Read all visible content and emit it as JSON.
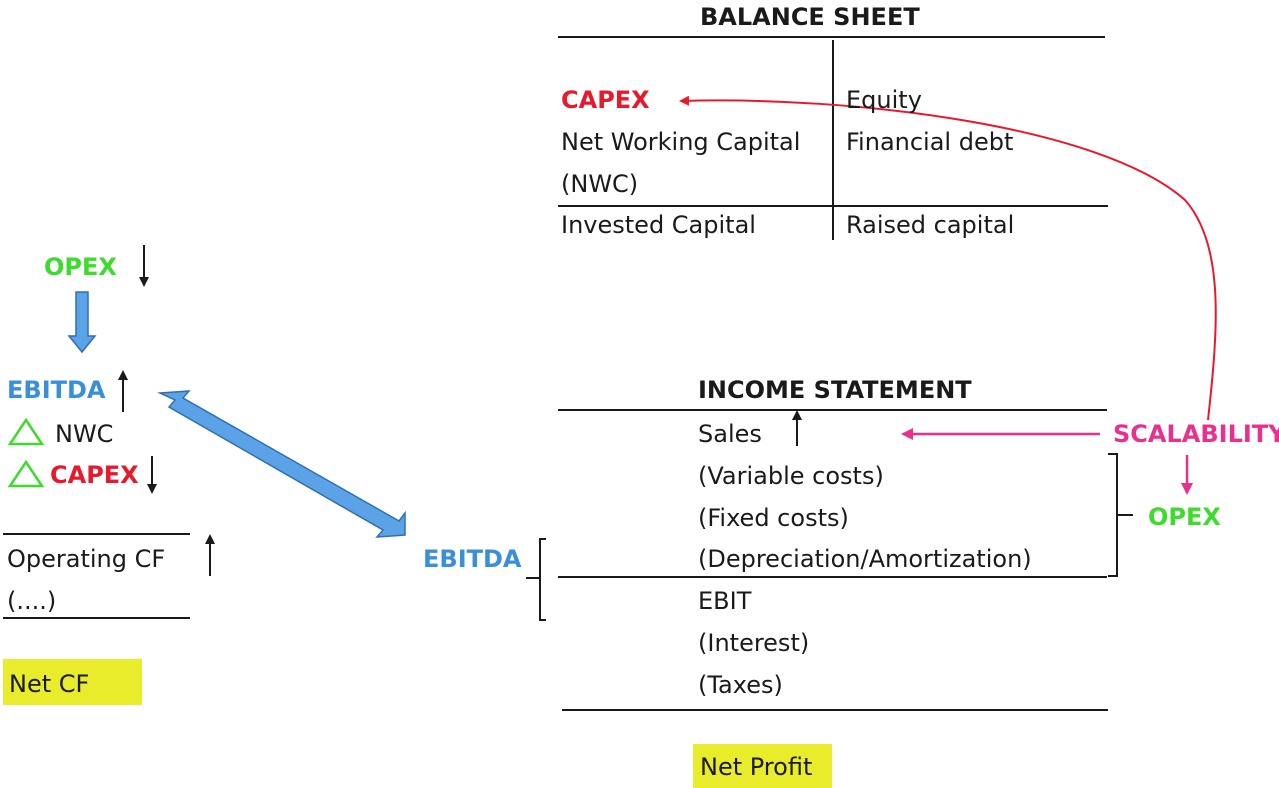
{
  "balance_sheet": {
    "title": "BALANCE SHEET",
    "left": [
      "CAPEX",
      "Net Working Capital",
      "(NWC)",
      "Invested Capital"
    ],
    "right": [
      "Equity",
      "Financial debt",
      "Raised capital"
    ]
  },
  "income_statement": {
    "title": "INCOME STATEMENT",
    "rows": [
      "Sales",
      "(Variable costs)",
      "(Fixed costs)",
      "(Depreciation/Amortization)",
      "EBIT",
      "(Interest)",
      "(Taxes)"
    ],
    "result": "Net Profit",
    "ebitda_label": "EBITDA"
  },
  "scalability": {
    "label": "SCALABILITY",
    "opex": "OPEX"
  },
  "cash_flow": {
    "opex": "OPEX",
    "ebitda": "EBITDA",
    "delta_nwc": "NWC",
    "delta_capex": "CAPEX",
    "operating_cf": "Operating CF",
    "ellipsis": "(....)",
    "net_cf": "Net CF"
  },
  "colors": {
    "capex": "#e8192c",
    "opex": "#3ddc2c",
    "ebitda": "#3a8fd9",
    "scalability": "#e8318f",
    "highlight": "#e8ec2a"
  }
}
